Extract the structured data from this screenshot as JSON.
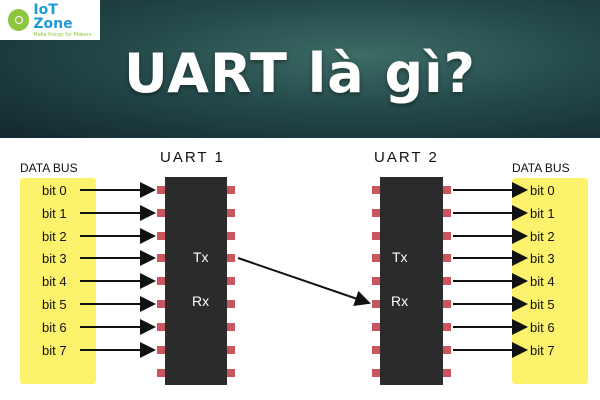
{
  "logo": {
    "name": "IoT Zone",
    "tagline": "Make things for Makers"
  },
  "title": "UART là gì?",
  "diagram": {
    "left_bus_label": "DATA BUS",
    "right_bus_label": "DATA BUS",
    "uart1": {
      "label": "UART 1",
      "tx": "Tx",
      "rx": "Rx"
    },
    "uart2": {
      "label": "UART 2",
      "tx": "Tx",
      "rx": "Rx"
    },
    "bits": [
      "bit 0",
      "bit 1",
      "bit 2",
      "bit 3",
      "bit 4",
      "bit 5",
      "bit 6",
      "bit 7"
    ],
    "colors": {
      "bus": "#fdf26b",
      "chip": "#2b2b2b",
      "pin": "#c9565e",
      "banner": "#244a4a"
    }
  }
}
